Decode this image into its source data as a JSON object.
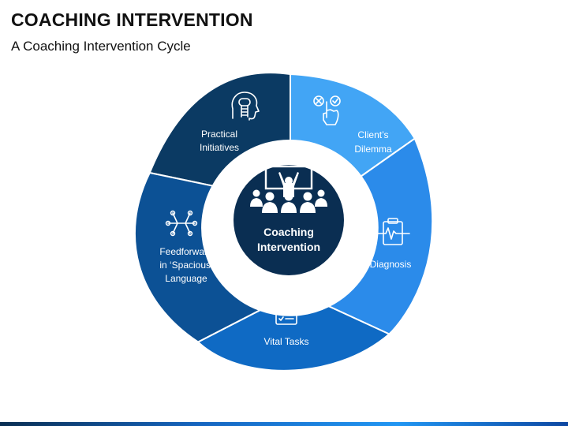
{
  "title": "COACHING INTERVENTION",
  "subtitle": "A Coaching Intervention Cycle",
  "center": {
    "line1": "Coaching",
    "line2": "Intervention",
    "icon": "audience-presenter-icon"
  },
  "segments": [
    {
      "id": "practical",
      "lines": [
        "Practical",
        "Initiatives"
      ],
      "icon": "brain-head-icon",
      "color": "#0b3a63"
    },
    {
      "id": "dilemma",
      "lines": [
        "Client’s",
        "Dilemma"
      ],
      "icon": "choice-hand-icon",
      "color": "#42a5f5"
    },
    {
      "id": "diagnosis",
      "lines": [
        "Diagnosis"
      ],
      "icon": "clipboard-pulse-icon",
      "color": "#2b8bea"
    },
    {
      "id": "tasks",
      "lines": [
        "Vital Tasks"
      ],
      "icon": "checklist-icon",
      "color": "#0f6ac4"
    },
    {
      "id": "feedforward",
      "lines": [
        "Feedforward",
        "in ‘Spacious’",
        "Language"
      ],
      "icon": "network-icon",
      "color": "#0c5195"
    }
  ],
  "colors": {
    "center": "#0a2e52",
    "ring": "#ffffff"
  }
}
